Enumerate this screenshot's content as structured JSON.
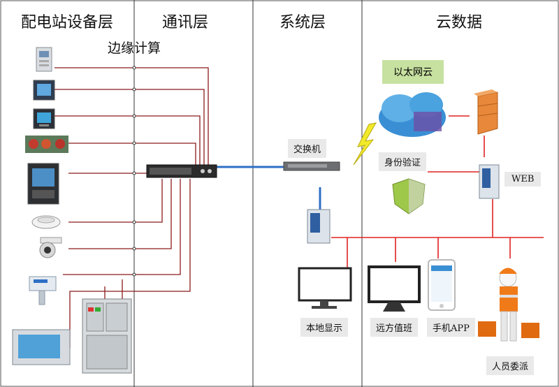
{
  "columns": {
    "device_layer": "配电站设备层",
    "comm_layer": "通讯层",
    "edge_computing": "边缘计算",
    "system_layer": "系统层",
    "cloud_data": "云数据"
  },
  "labels": {
    "ethernet_cloud": "以太网云",
    "switch": "交换机",
    "authentication": "身份验证",
    "web": "WEB",
    "local_display": "本地显示",
    "remote_duty": "远方值班",
    "mobile_app": "手机APP",
    "personnel_dispatch": "人员委派"
  },
  "colors": {
    "wire_red": "#8b1a1a",
    "net_red": "#e02222",
    "link_blue": "#2f6fc6",
    "divider": "#333333",
    "label_bg": "#e9e9e9",
    "cloud_label_bg": "#c7e1a0"
  }
}
